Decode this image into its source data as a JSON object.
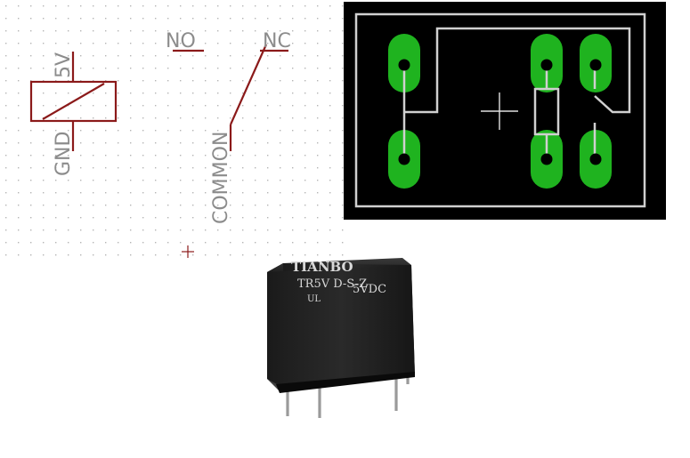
{
  "schematic": {
    "pin_5v": "5V",
    "pin_gnd": "GND",
    "pin_no": "NO",
    "pin_nc": "NC",
    "pin_common": "COMMON"
  },
  "component": {
    "brand": "TIANBO",
    "model": "TR5V D-S-Z",
    "cert": "UL",
    "voltage": "5VDC"
  },
  "colors": {
    "schematic_line": "#8b1a1a",
    "grid_dot": "#b0b0b0",
    "pcb_background": "#000000",
    "pad": "#1fb31f",
    "silkscreen": "#d0d0d0"
  }
}
